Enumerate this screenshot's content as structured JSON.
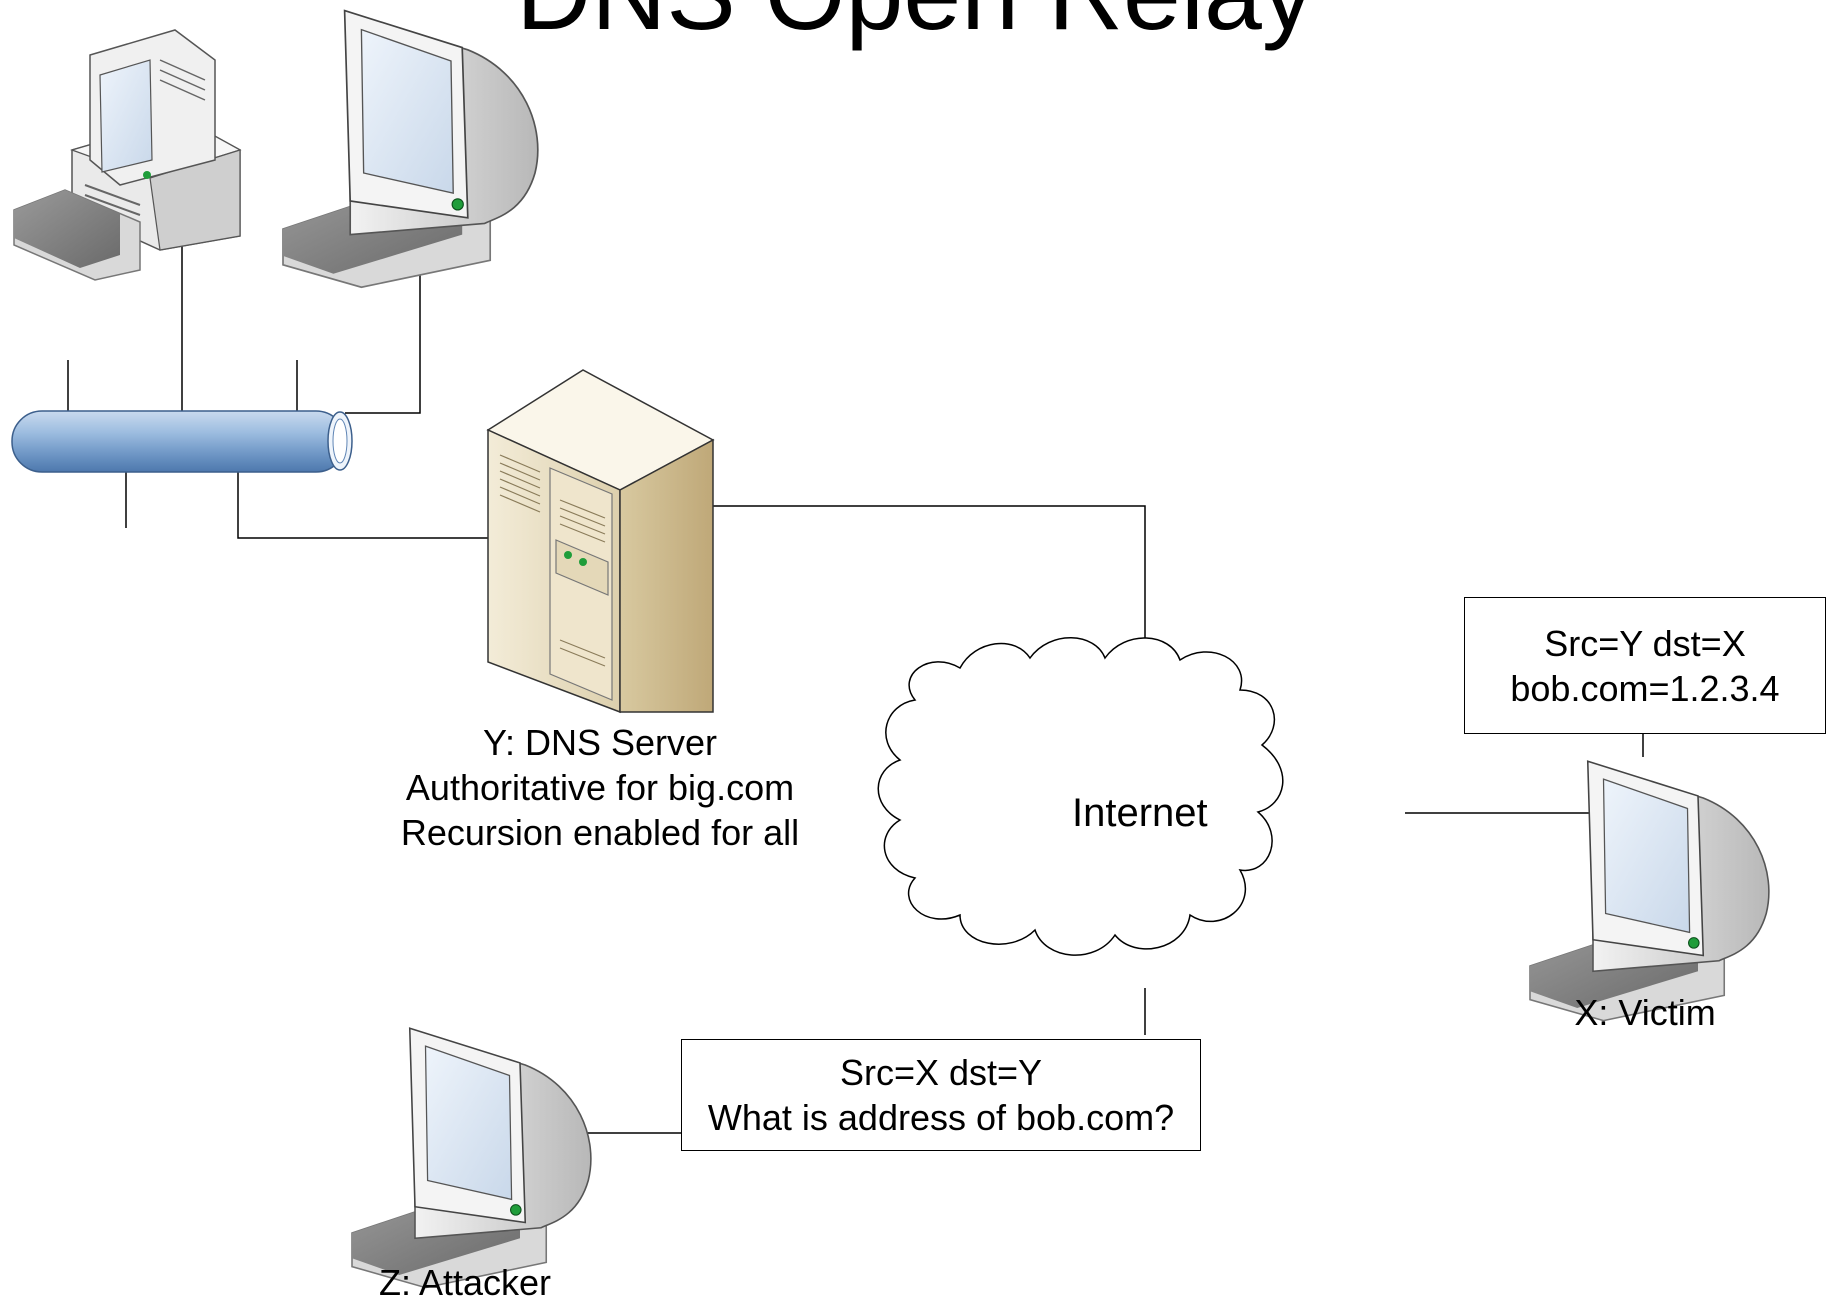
{
  "diagram": {
    "title": "DNS Open Relay",
    "dns_server": {
      "name": "Y: DNS Server",
      "line2": "Authoritative for big.com",
      "line3": "Recursion enabled for all"
    },
    "internet_label": "Internet",
    "victim_label": "X: Victim",
    "attacker_label": "Z: Attacker",
    "response_message": {
      "line1": "Src=Y dst=X",
      "line2": "bob.com=1.2.3.4"
    },
    "request_message": {
      "line1": "Src=X dst=Y",
      "line2": "What is address of bob.com?"
    },
    "colors": {
      "lan_bus": "#8fb3d9",
      "server_body": "#e7dcc0",
      "monitor_screen": "#e2ecf6",
      "led": "#1f9d3a"
    }
  }
}
